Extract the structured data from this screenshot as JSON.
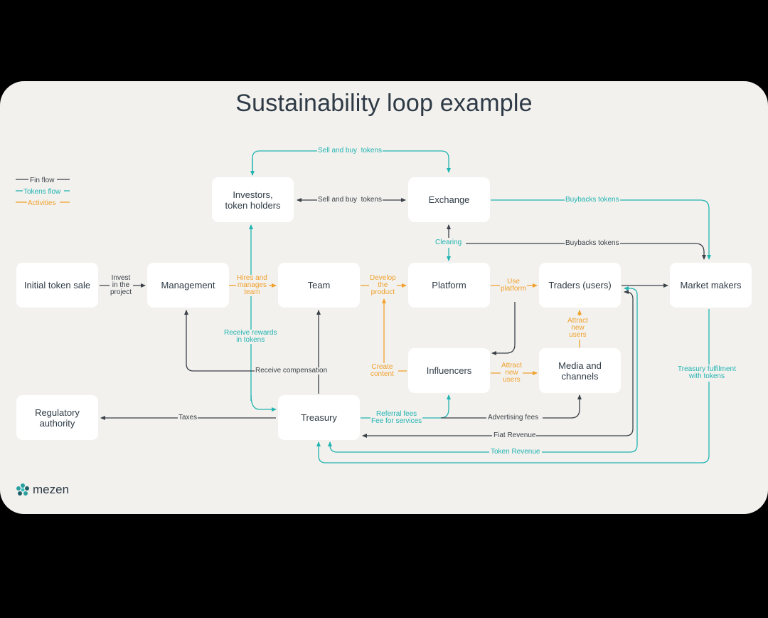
{
  "title": "Sustainability loop example",
  "legend": [
    {
      "label": "Fin flow",
      "color": "#3b4148"
    },
    {
      "label": "Tokens flow",
      "color": "#22b4b0"
    },
    {
      "label": "Activities",
      "color": "#f0a12c"
    }
  ],
  "colors": {
    "fin": "#3b4148",
    "tokens": "#22b4b0",
    "activities": "#f0a12c",
    "background": "#f2f1ee",
    "node": "#ffffff"
  },
  "nodes": {
    "initial_token_sale": "Initial token sale",
    "management": "Management",
    "team": "Team",
    "platform": "Platform",
    "traders": "Traders (users)",
    "market_makers": "Market makers",
    "investors": "Investors,\ntoken holders",
    "exchange": "Exchange",
    "influencers": "Influencers",
    "media": "Media and\nchannels",
    "regulatory": "Regulatory\nauthority",
    "treasury": "Treasury"
  },
  "edges": {
    "sell_buy_top": "Sell and buy  tokens",
    "sell_buy_mid": "Sell and buy  tokens",
    "buybacks_tokens_teal": "Buybacks tokens",
    "buybacks_tokens_fin": "Buybacks tokens",
    "clearing": "Clearing",
    "invest": "Invest\nin the\nproject",
    "hires": "Hires and\nmanages\nteam",
    "develop": "Develop\nthe\nproduct",
    "use_platform": "Use\nplatform",
    "receive_rewards": "Receive rewards\nin tokens",
    "receive_compensation": "Receive compensation",
    "create_content": "Create\ncontent",
    "attract_new_users_1": "Attract\nnew\nusers",
    "attract_new_users_2": "Attract\nnew\nusers",
    "taxes": "Taxes",
    "referral_fees": "Referral fees\nFee for services",
    "advertising_fees": "Advertising fees",
    "fiat_revenue": "Fiat Revenue",
    "token_revenue": "Token Revenue",
    "treasury_fulfilment": "Treasury fulfilment\nwith tokens"
  },
  "brand": {
    "name": "mezen",
    "icon": "mezen-logo-icon"
  }
}
